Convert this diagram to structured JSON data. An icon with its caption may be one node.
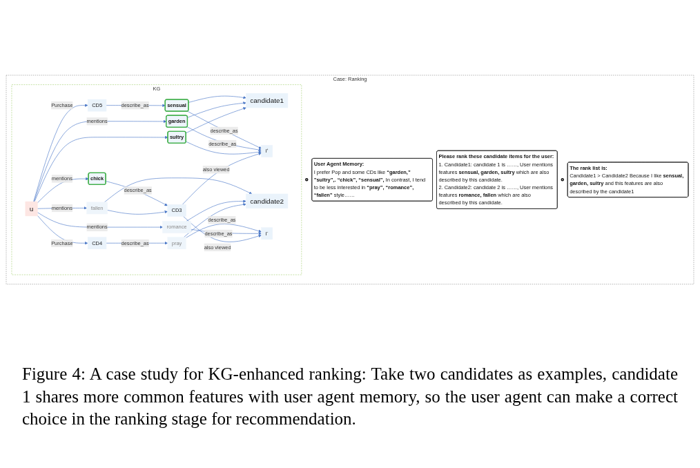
{
  "diagram": {
    "caption": "Figure 4: A case study for KG-enhanced ranking: Take two candidates as examples, candidate 1 shares more common features with user agent memory, so the user agent can make a correct choice in the ranking stage for recommendation.",
    "nodes": [
      {
        "text": [
          "Case: Ranking"
        ]
      },
      {
        "text": [
          "KG"
        ],
        "in": 0
      },
      {
        "text": [
          "candidate1"
        ],
        "in": 1
      },
      {
        "text": [
          "sensual"
        ],
        "in": 1
      },
      {
        "text": [
          "CD5"
        ],
        "in": 1
      },
      {
        "text": [
          "candidate2"
        ],
        "in": 1
      },
      {
        "text": [
          "garden"
        ],
        "in": 1
      },
      {
        "text": [
          "CD4"
        ],
        "in": 1
      },
      {
        "text": [
          "u"
        ],
        "in": 1
      },
      {
        "text": [
          "i⁺"
        ],
        "in": 1
      },
      {
        "text": [
          "sultry"
        ],
        "in": 1
      },
      {
        "text": [
          "pray"
        ],
        "in": 1
      },
      {
        "text": [
          "chick"
        ],
        "in": 1
      },
      {
        "text": [
          "romance"
        ],
        "in": 1
      },
      {
        "text": [
          "fallen"
        ],
        "in": 1
      },
      {
        "text": [
          "CD3"
        ],
        "in": 1
      },
      {
        "text": [
          "i⁻"
        ],
        "in": 1
      },
      {
        "text": [],
        "shape": "person",
        "in": 0
      },
      {
        "text": [
          "User Agent Memory:",
          "I prefer Pop and some CDs like **“garden,” ”sultry”,. “chick”, “sensual”,** In contrast, I tend to be less interested in **“pray”, “romance”, “fallen”** style……"
        ],
        "in": 0
      },
      {
        "text": [
          "Please rank these candidate items for the user:",
          "1. Candidate1: candidate 1 is ……, User mentions features **sensual, garden, sultry** which are also described by this candidate.",
          "2. Candidate2: candidate 2 is ……, User mentions features **romance, fallen** which are also described by this candidate."
        ],
        "in": 0
      },
      {
        "text": [],
        "shape": "person",
        "in": 0
      },
      {
        "text": [
          "The rank list is:",
          "Candidate1 > Candidate2 Because I like **sensual, garden, sultry** and this features are also described by the candidate1"
        ],
        "in": 0
      }
    ],
    "edges": [
      {
        "from": 3,
        "to": 2,
        "arrow": "to"
      },
      {
        "from": 6,
        "to": 2,
        "arrow": "to"
      },
      {
        "from": 10,
        "to": 2,
        "arrow": "to"
      },
      {
        "from": 3,
        "to": 9,
        "arrow": "to",
        "label": "describe_as"
      },
      {
        "from": 6,
        "to": 9,
        "arrow": "to",
        "label": "describe_as"
      },
      {
        "from": 10,
        "to": 9,
        "arrow": "to"
      },
      {
        "from": 4,
        "to": 3,
        "arrow": "to",
        "label": "describe_as"
      },
      {
        "from": 8,
        "to": 4,
        "arrow": "to",
        "label": "Purchase"
      },
      {
        "from": 8,
        "to": 7,
        "arrow": "to",
        "label": "Purchase"
      },
      {
        "from": 8,
        "to": 6,
        "arrow": "to",
        "label": "mentions"
      },
      {
        "from": 8,
        "to": 10,
        "arrow": "to"
      },
      {
        "from": 8,
        "to": 12,
        "arrow": "to",
        "label": "mentions"
      },
      {
        "from": 8,
        "to": 14,
        "arrow": "to",
        "label": "mentions"
      },
      {
        "from": 8,
        "to": 13,
        "arrow": "to",
        "label": "mentions"
      },
      {
        "from": 7,
        "to": 11,
        "arrow": "to",
        "label": "describe_as"
      },
      {
        "from": 14,
        "to": 5,
        "arrow": "to"
      },
      {
        "from": 13,
        "to": 5,
        "arrow": "to"
      },
      {
        "from": 11,
        "to": 5,
        "arrow": "to"
      },
      {
        "from": 11,
        "to": 16,
        "arrow": "to",
        "label": "describe_as"
      },
      {
        "from": 13,
        "to": 16,
        "arrow": "to",
        "label": "describe_as"
      },
      {
        "from": 12,
        "to": 15,
        "arrow": "to",
        "label": "describe_as"
      },
      {
        "from": 14,
        "to": 15,
        "arrow": "to"
      },
      {
        "from": 15,
        "to": 9,
        "arrow": "to",
        "label": "also viewed"
      },
      {
        "from": 15,
        "to": 16,
        "arrow": "to",
        "label": "also viewed"
      }
    ]
  }
}
